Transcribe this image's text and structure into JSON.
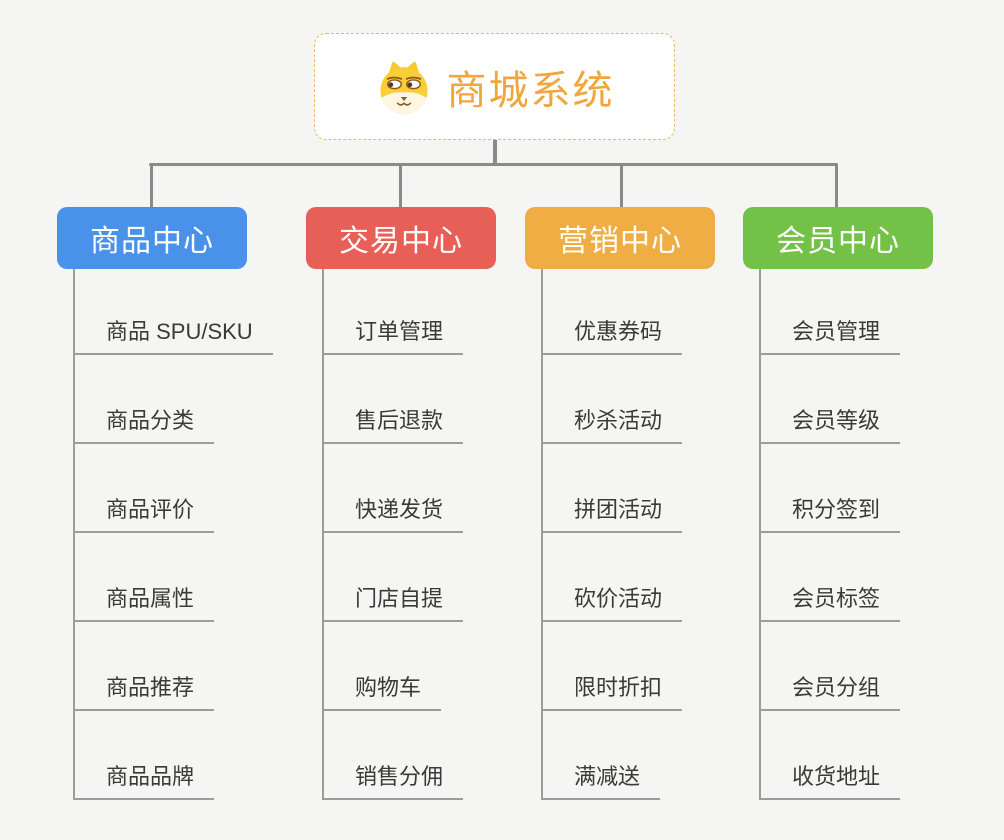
{
  "root": {
    "title": "商城系统",
    "icon": "shiba-dog-icon",
    "title_color": "#f0a63c",
    "border_color": "#f2b65f"
  },
  "connector_color": "#8a8a8a",
  "branches": [
    {
      "label": "商品中心",
      "color": "#4a92e9",
      "children": [
        "商品 SPU/SKU",
        "商品分类",
        "商品评价",
        "商品属性",
        "商品推荐",
        "商品品牌"
      ]
    },
    {
      "label": "交易中心",
      "color": "#e85f58",
      "children": [
        "订单管理",
        "售后退款",
        "快递发货",
        "门店自提",
        "购物车",
        "销售分佣"
      ]
    },
    {
      "label": "营销中心",
      "color": "#efad43",
      "children": [
        "优惠券码",
        "秒杀活动",
        "拼团活动",
        "砍价活动",
        "限时折扣",
        "满减送"
      ]
    },
    {
      "label": "会员中心",
      "color": "#73c247",
      "children": [
        "会员管理",
        "会员等级",
        "积分签到",
        "会员标签",
        "会员分组",
        "收货地址"
      ]
    }
  ]
}
